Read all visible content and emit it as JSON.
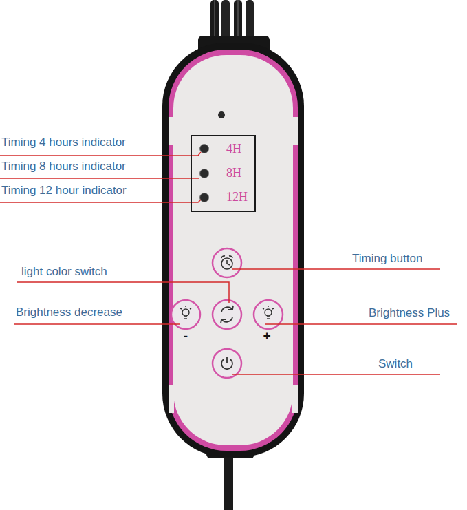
{
  "diagram": {
    "nodes": [
      {
        "text": [
          "4H",
          "8H",
          "12H"
        ]
      }
    ],
    "labels": [
      "Timing 4 hours indicator",
      "Timing 8 hours indicator",
      "Timing 12 hour indicator",
      "light color switch",
      "Timing button",
      "Brightness decrease",
      "Brightness Plus",
      "Switch",
      "-",
      "+"
    ]
  }
}
